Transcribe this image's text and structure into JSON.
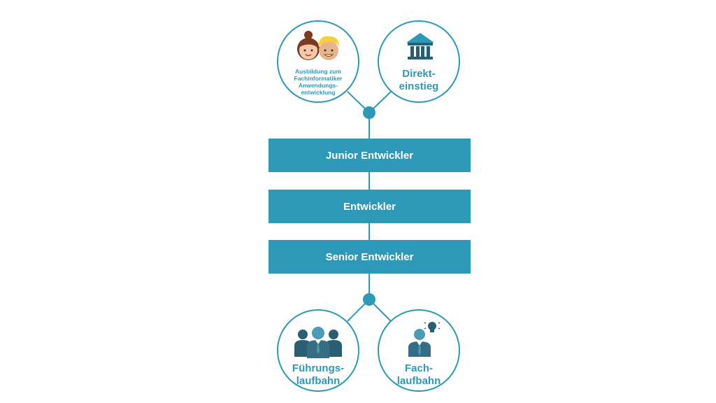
{
  "colors": {
    "accent": "#2e98b8",
    "dark_teal": "#2a5f73",
    "background": "#ffffff"
  },
  "entry_paths": [
    {
      "label": "Ausbildung zum\nFachinformatiker\nAnwendungs-\nentwicklung",
      "icon": "trainees-faces-icon"
    },
    {
      "label": "Direkt-\neinstieg",
      "icon": "institution-building-icon"
    }
  ],
  "stages": [
    {
      "label": "Junior Entwickler"
    },
    {
      "label": "Entwickler"
    },
    {
      "label": "Senior Entwickler"
    }
  ],
  "career_paths": [
    {
      "label": "Führungs-\nlaufbahn",
      "icon": "team-leader-icon"
    },
    {
      "label": "Fach-\nlaufbahn",
      "icon": "expert-lightbulb-icon"
    }
  ]
}
